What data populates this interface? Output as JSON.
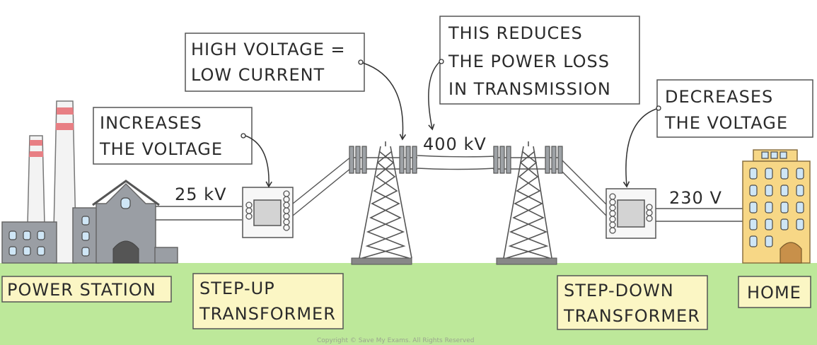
{
  "callouts": {
    "increases": [
      "INCREASES",
      "THE VOLTAGE"
    ],
    "high_voltage": [
      "HIGH VOLTAGE =",
      "LOW CURRENT"
    ],
    "reduces": [
      "THIS REDUCES",
      "THE POWER LOSS",
      "IN TRANSMISSION"
    ],
    "decreases": [
      "DECREASES",
      "THE VOLTAGE"
    ]
  },
  "voltages": {
    "station_out": "25 kV",
    "transmission": "400 kV",
    "home_in": "230 V"
  },
  "labels": {
    "power_station": "POWER STATION",
    "step_up": [
      "STEP-UP",
      "TRANSFORMER"
    ],
    "step_down": [
      "STEP-DOWN",
      "TRANSFORMER"
    ],
    "home": "HOME"
  },
  "copyright": "Copyright © Save My Exams. All Rights Reserved",
  "colors": {
    "ground": "#bde89a",
    "label_bg": "#fbf6c4",
    "building": "#9a9ea4",
    "chimney_stripe": "#e87f84",
    "window": "#cfe6f6",
    "house": "#f7d786",
    "pylon": "#555555",
    "transformer": "#d3d3d3"
  }
}
